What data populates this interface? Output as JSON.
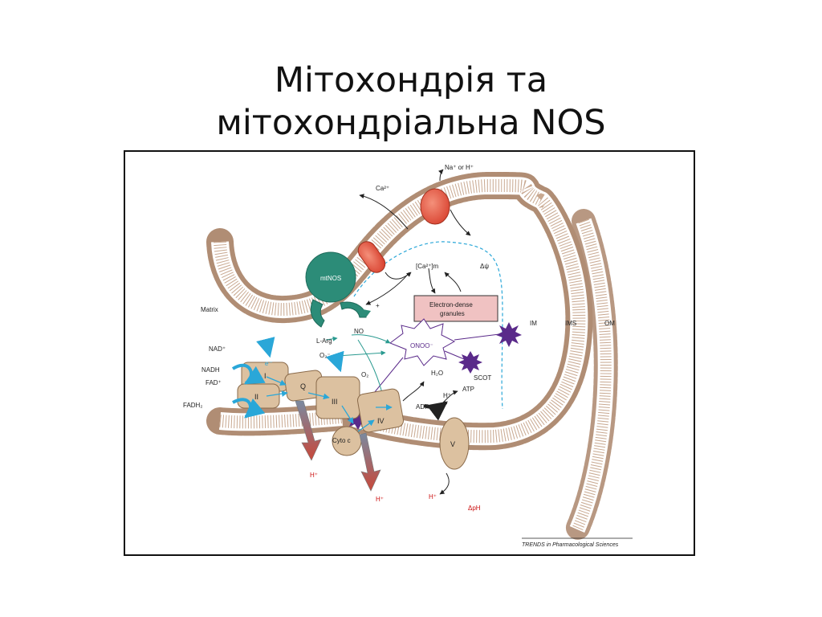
{
  "title": {
    "line1": "Мітохондрія та",
    "line2": "мітохондріальна NOS"
  },
  "colors": {
    "membrane": "#b08d74",
    "complex_fill": "#dcc1a0",
    "mtnos": "#2c8c78",
    "channel": "#e0553e",
    "peroxynitrite_star": "#5a2a8a",
    "proton_label": "#cc1111",
    "electron_arrow": "#2aa7d8",
    "granules_box": "#f0c2c2"
  },
  "figure": {
    "labels": {
      "na_or_h": "Na⁺ or H⁺",
      "ca2": "Ca²⁺",
      "ca2m": "[Ca²⁺]m",
      "delta_psi": "Δψ",
      "mtnos": "mtNOS",
      "matrix": "Matrix",
      "plus": "+",
      "granules_line1": "Electron-dense",
      "granules_line2": "granules",
      "im": "IM",
      "ims": "IMS",
      "om": "OM",
      "l_arg": "L-Arg",
      "no": "NO",
      "nad_plus": "NAD⁺",
      "nadh": "NADH",
      "fad_plus": "FAD⁺",
      "fadh2": "FADH₂",
      "o2_minus": "O₂⁻",
      "onoo": "ONOO⁻",
      "e_minus": "e⁻",
      "o2": "O₂",
      "h2o": "H₂O",
      "scot": "SCOT",
      "atp": "ATP",
      "adp": "ADP",
      "h_plus": "H⁺",
      "delta_ph": "ΔpH",
      "cyto_c": "Cyto c"
    },
    "complexes": {
      "c1": "I",
      "c2": "II",
      "q": "Q",
      "c3": "III",
      "c4": "IV",
      "c5": "V"
    },
    "proton_labels": [
      "H⁺",
      "H⁺",
      "H⁺",
      "H⁺"
    ],
    "credit": "TRENDS in Pharmacological Sciences"
  }
}
